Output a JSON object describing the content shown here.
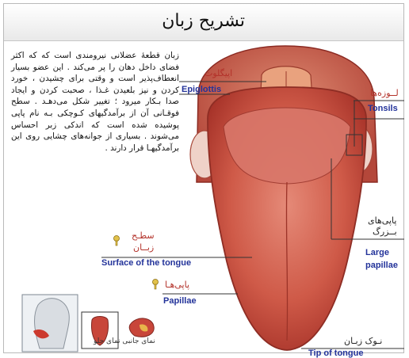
{
  "title": "تشریح زبان",
  "description": "زبان قطعهٔ عضلانی نیرومندی است که که اکثر فضای داخل دهان را پر می‌کند . این عضو بسیار انعطاف‌پذیر است و وقتی برای چشیدن ، خورد کردن و نیز بلعیدن غـذا ، صحبت کردن و ایجاد صدا بـکار میرود ؛ تغییر شکل می‌دهـد . سطح فوقـانی آن از برآمدگیهای کـوچکی بـه نام پاپی پوشیده شده است که اندکی زبر احساس می‌شوند . بسیاری از جوانه‌های چشایی روی این برآمدگیهـا قرار دارند .",
  "labels": {
    "epiglottis": {
      "fa": "اپیگلوت",
      "en": "Epiglottis"
    },
    "tonsils": {
      "fa": "لــوزه‌ها",
      "en": "Tonsils"
    },
    "large_papillae": {
      "fa1": "پاپی‌های",
      "fa2": "بــزرگ",
      "en1": "Large",
      "en2": "papillae"
    },
    "surface": {
      "fa1": "سطـح",
      "fa2": "زبــان",
      "en": "Surface of the tongue"
    },
    "papillae": {
      "fa": "پاپی‌هـا",
      "en": "Papillae"
    },
    "tip": {
      "fa": "نـوک زبـان",
      "en": "Tip of tongue"
    }
  },
  "thumbnail_caption": "نمای جانبی نمای جلو",
  "colors": {
    "tongue": "#c8463a",
    "tongue_light": "#e48a78",
    "label_fa": "#b3322a",
    "label_en": "#23339a",
    "key_icon": "#e2c24a"
  }
}
